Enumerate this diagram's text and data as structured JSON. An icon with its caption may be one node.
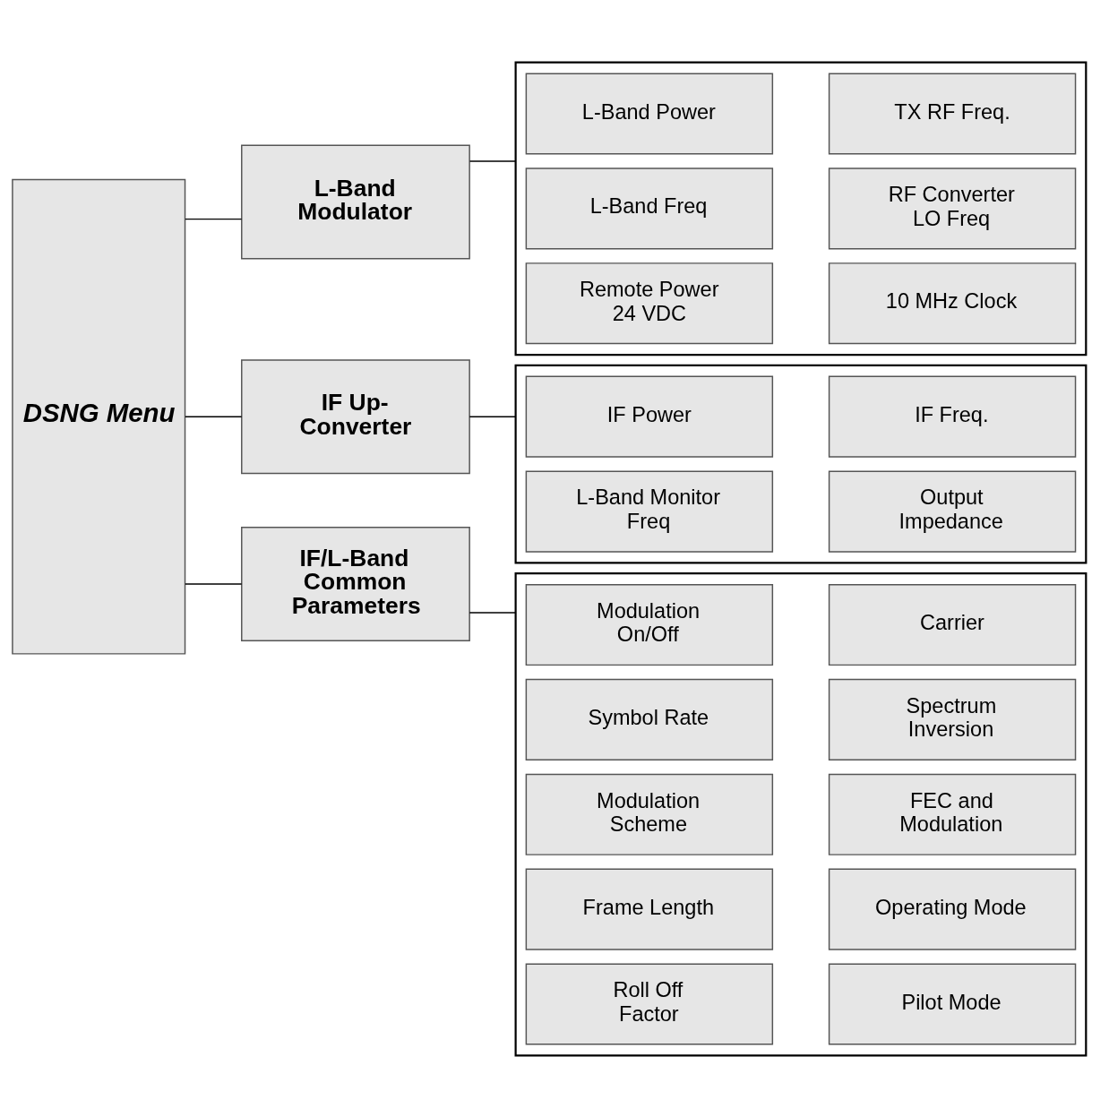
{
  "diagram": {
    "nodes": [
      {
        "text": [
          "DSNG Menu"
        ]
      },
      {
        "text": [
          "L-Band Modulator"
        ]
      },
      {
        "text": [],
        "shape": "box"
      },
      {
        "text": [
          "L-Band Power"
        ],
        "in": 2
      },
      {
        "text": [
          "TX RF Freq."
        ],
        "in": 2
      },
      {
        "text": [
          "L-Band Freq"
        ],
        "in": 2
      },
      {
        "text": [
          "RF Converter LO Freq"
        ],
        "in": 2
      },
      {
        "text": [
          "Remote Power 24 VDC"
        ],
        "in": 2
      },
      {
        "text": [
          "10 MHz Clock"
        ],
        "in": 2
      },
      {
        "text": [
          "IF Up-Converter"
        ]
      },
      {
        "text": [],
        "shape": "box"
      },
      {
        "text": [
          "IF Power"
        ],
        "in": 10
      },
      {
        "text": [
          "IF Freq."
        ],
        "in": 10
      },
      {
        "text": [
          "L-Band Monitor Freq"
        ],
        "in": 10
      },
      {
        "text": [
          "Output Impedance"
        ],
        "in": 10
      },
      {
        "text": [
          "IF/L-Band Common Parameters"
        ]
      },
      {
        "text": [],
        "shape": "box"
      },
      {
        "text": [
          "Modulation On/Off"
        ],
        "in": 16
      },
      {
        "text": [
          "Carrier"
        ],
        "in": 16
      },
      {
        "text": [
          "Symbol Rate"
        ],
        "in": 16
      },
      {
        "text": [
          "Spectrum Inversion"
        ],
        "in": 16
      },
      {
        "text": [
          "Modulation Scheme"
        ],
        "in": 16
      },
      {
        "text": [
          "FEC and Modulation"
        ],
        "in": 16
      },
      {
        "text": [
          "Frame Length"
        ],
        "in": 16
      },
      {
        "text": [
          "Operating Mode"
        ],
        "in": 16
      },
      {
        "text": [
          "Roll Off Factor"
        ],
        "in": 16
      },
      {
        "text": [
          "Pilot Mode"
        ],
        "in": 16
      }
    ],
    "edges": [
      {
        "from": 0,
        "to": 1,
        "arrow": "none"
      },
      {
        "from": 0,
        "to": 9,
        "arrow": "none"
      },
      {
        "from": 0,
        "to": 15,
        "arrow": "none"
      },
      {
        "from": 1,
        "to": 2,
        "arrow": "none"
      },
      {
        "from": 9,
        "to": 10,
        "arrow": "none"
      },
      {
        "from": 15,
        "to": 16,
        "arrow": "none"
      }
    ]
  }
}
